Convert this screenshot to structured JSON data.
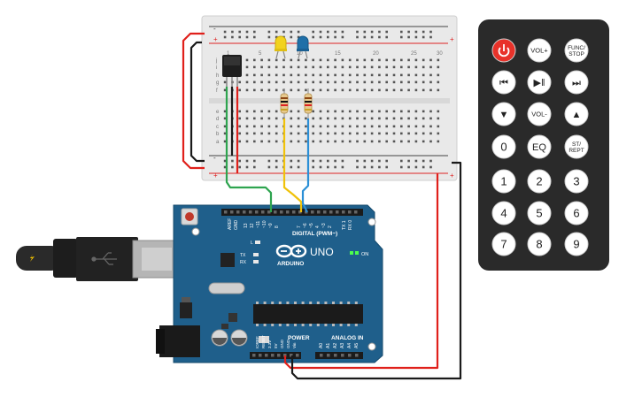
{
  "breadboard": {
    "columns": [
      "1",
      "5",
      "10",
      "15",
      "20",
      "25",
      "30"
    ],
    "rows_top": [
      "j",
      "i",
      "h",
      "g",
      "f"
    ],
    "rows_bottom": [
      "e",
      "d",
      "c",
      "b",
      "a"
    ],
    "rail_plus": "+",
    "rail_minus": "-"
  },
  "arduino": {
    "brand": "ARDUINO",
    "model": "UNO",
    "digital_label": "DIGITAL (PWM~)",
    "power_label": "POWER",
    "analog_label": "ANALOG IN",
    "on_label": "ON",
    "led_l": "L",
    "led_tx": "TX",
    "led_rx": "RX",
    "aref": "AREF",
    "gnd": "GND",
    "digital_pins": [
      "13",
      "12",
      "~11",
      "~10",
      "~9",
      "8",
      "7",
      "~6",
      "~5",
      "4",
      "~3",
      "2",
      "TX 1",
      "RX 0"
    ],
    "power_pins": [
      "IOREF",
      "RESET",
      "3.3V",
      "5V",
      "GND",
      "GND",
      "Vin"
    ],
    "analog_pins": [
      "A0",
      "A1",
      "A2",
      "A3",
      "A4",
      "A5"
    ]
  },
  "remote": {
    "buttons": [
      {
        "id": "power",
        "label": "",
        "color": "#e8322a"
      },
      {
        "id": "vol-up",
        "label": "VOL+"
      },
      {
        "id": "func-stop",
        "label": "FUNC/\nSTOP"
      },
      {
        "id": "prev",
        "label": "⏮"
      },
      {
        "id": "play-pause",
        "label": "▶‖"
      },
      {
        "id": "next",
        "label": "⏭"
      },
      {
        "id": "down",
        "label": "▼"
      },
      {
        "id": "vol-down",
        "label": "VOL-"
      },
      {
        "id": "up",
        "label": "▲"
      },
      {
        "id": "0",
        "label": "0"
      },
      {
        "id": "eq",
        "label": "EQ"
      },
      {
        "id": "st-rept",
        "label": "ST/\nREPT"
      },
      {
        "id": "1",
        "label": "1"
      },
      {
        "id": "2",
        "label": "2"
      },
      {
        "id": "3",
        "label": "3"
      },
      {
        "id": "4",
        "label": "4"
      },
      {
        "id": "5",
        "label": "5"
      },
      {
        "id": "6",
        "label": "6"
      },
      {
        "id": "7",
        "label": "7"
      },
      {
        "id": "8",
        "label": "8"
      },
      {
        "id": "9",
        "label": "9"
      }
    ]
  },
  "colors": {
    "board_blue": "#1f5f8b",
    "wire_red": "#e0201b",
    "wire_black": "#1a1a1a",
    "wire_green": "#2ea44f",
    "wire_yellow": "#f0c20a",
    "wire_blue": "#2b8fd6",
    "led_yellow": "#f2d21e",
    "led_blue": "#1f6fa8"
  }
}
